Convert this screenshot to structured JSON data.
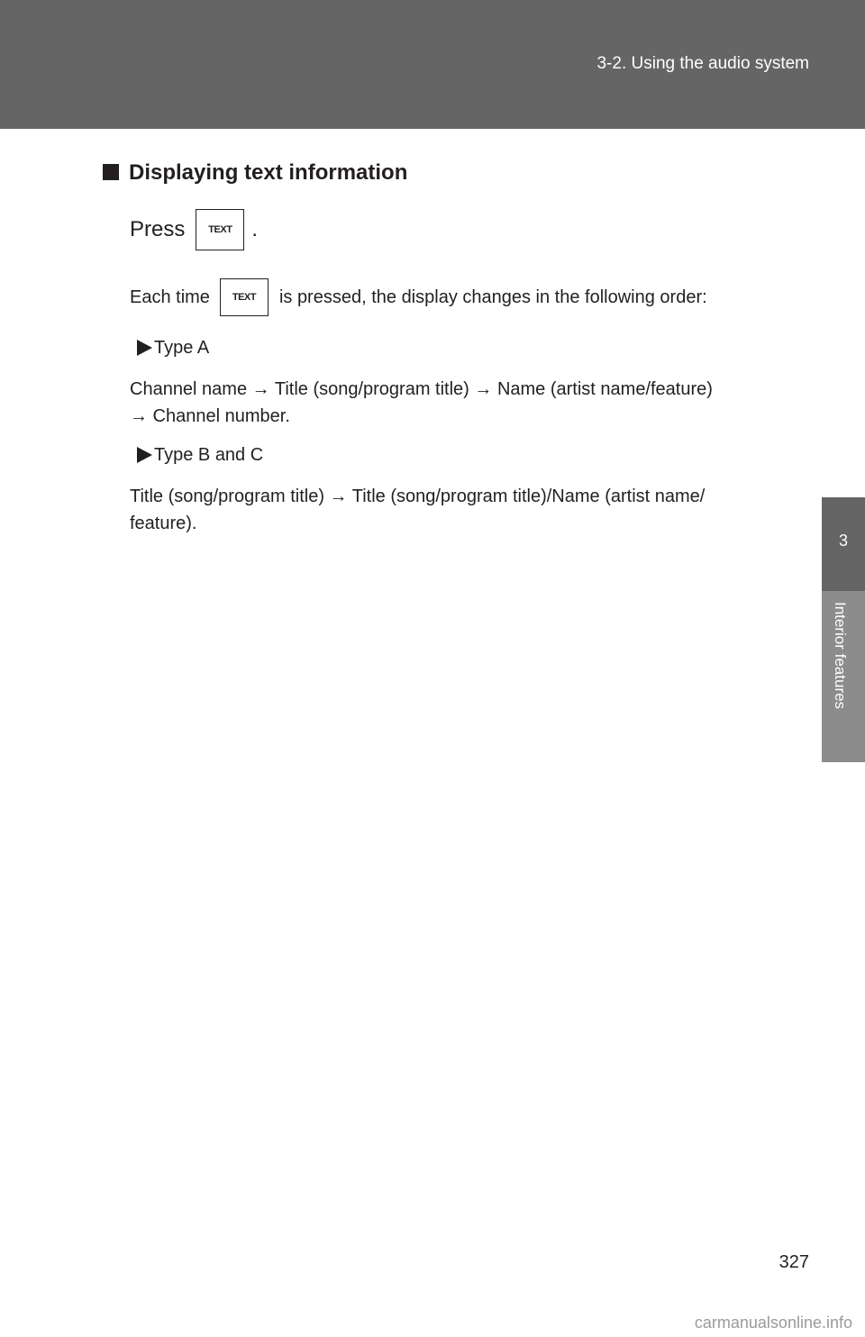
{
  "header": {
    "section_title": "3-2. Using the audio system"
  },
  "side_tab": {
    "chapter_number": "3",
    "chapter_label": "Interior features"
  },
  "content": {
    "heading": "Displaying text information",
    "press_prefix": "Press",
    "press_suffix": ".",
    "button_label": "TEXT",
    "each_time_prefix": "Each time",
    "each_time_suffix": "is pressed, the display changes in the following order:",
    "type_a_label": "Type A",
    "type_a_text_line1": "Channel name → Title (song/program title) → Name (artist name/feature)",
    "type_a_text_line2": "→ Channel number.",
    "type_bc_label": "Type B and C",
    "type_bc_text_line1": "Title (song/program title) → Title (song/program title)/Name (artist name/",
    "type_bc_text_line2": "feature)."
  },
  "footer": {
    "page_number": "327",
    "watermark": "carmanualsonline.info"
  }
}
